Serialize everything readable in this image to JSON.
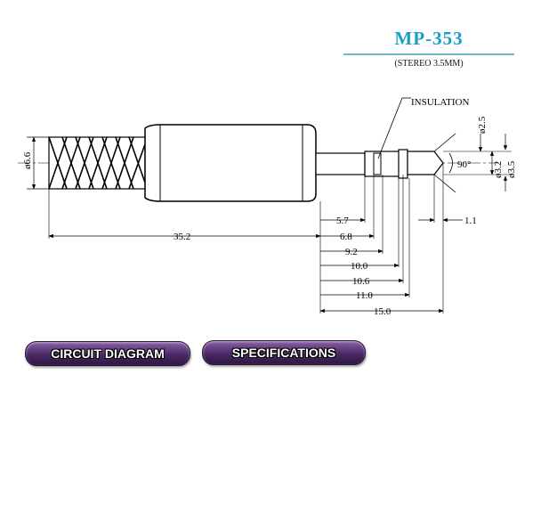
{
  "header": {
    "model": "MP-353",
    "subtitle": "(STEREO 3.5MM)",
    "model_color": "#1e9cc4",
    "rule_color": "#6fb8cc"
  },
  "drawing": {
    "callout": "INSULATION",
    "angle": "90°",
    "diameters": {
      "body": "ø6.6",
      "tip": "ø2.5",
      "ring": "ø3.2",
      "sleeve": "ø3.5"
    },
    "lengths": {
      "body": "35.2",
      "a": "5.7",
      "b": "6.8",
      "c": "9.2",
      "d": "10.0",
      "e": "10.6",
      "f": "11.0",
      "g": "15.0",
      "tip_gap": "1.1"
    }
  },
  "buttons": {
    "circuit": "CIRCUIT DIAGRAM",
    "specs": "SPECIFICATIONS"
  }
}
